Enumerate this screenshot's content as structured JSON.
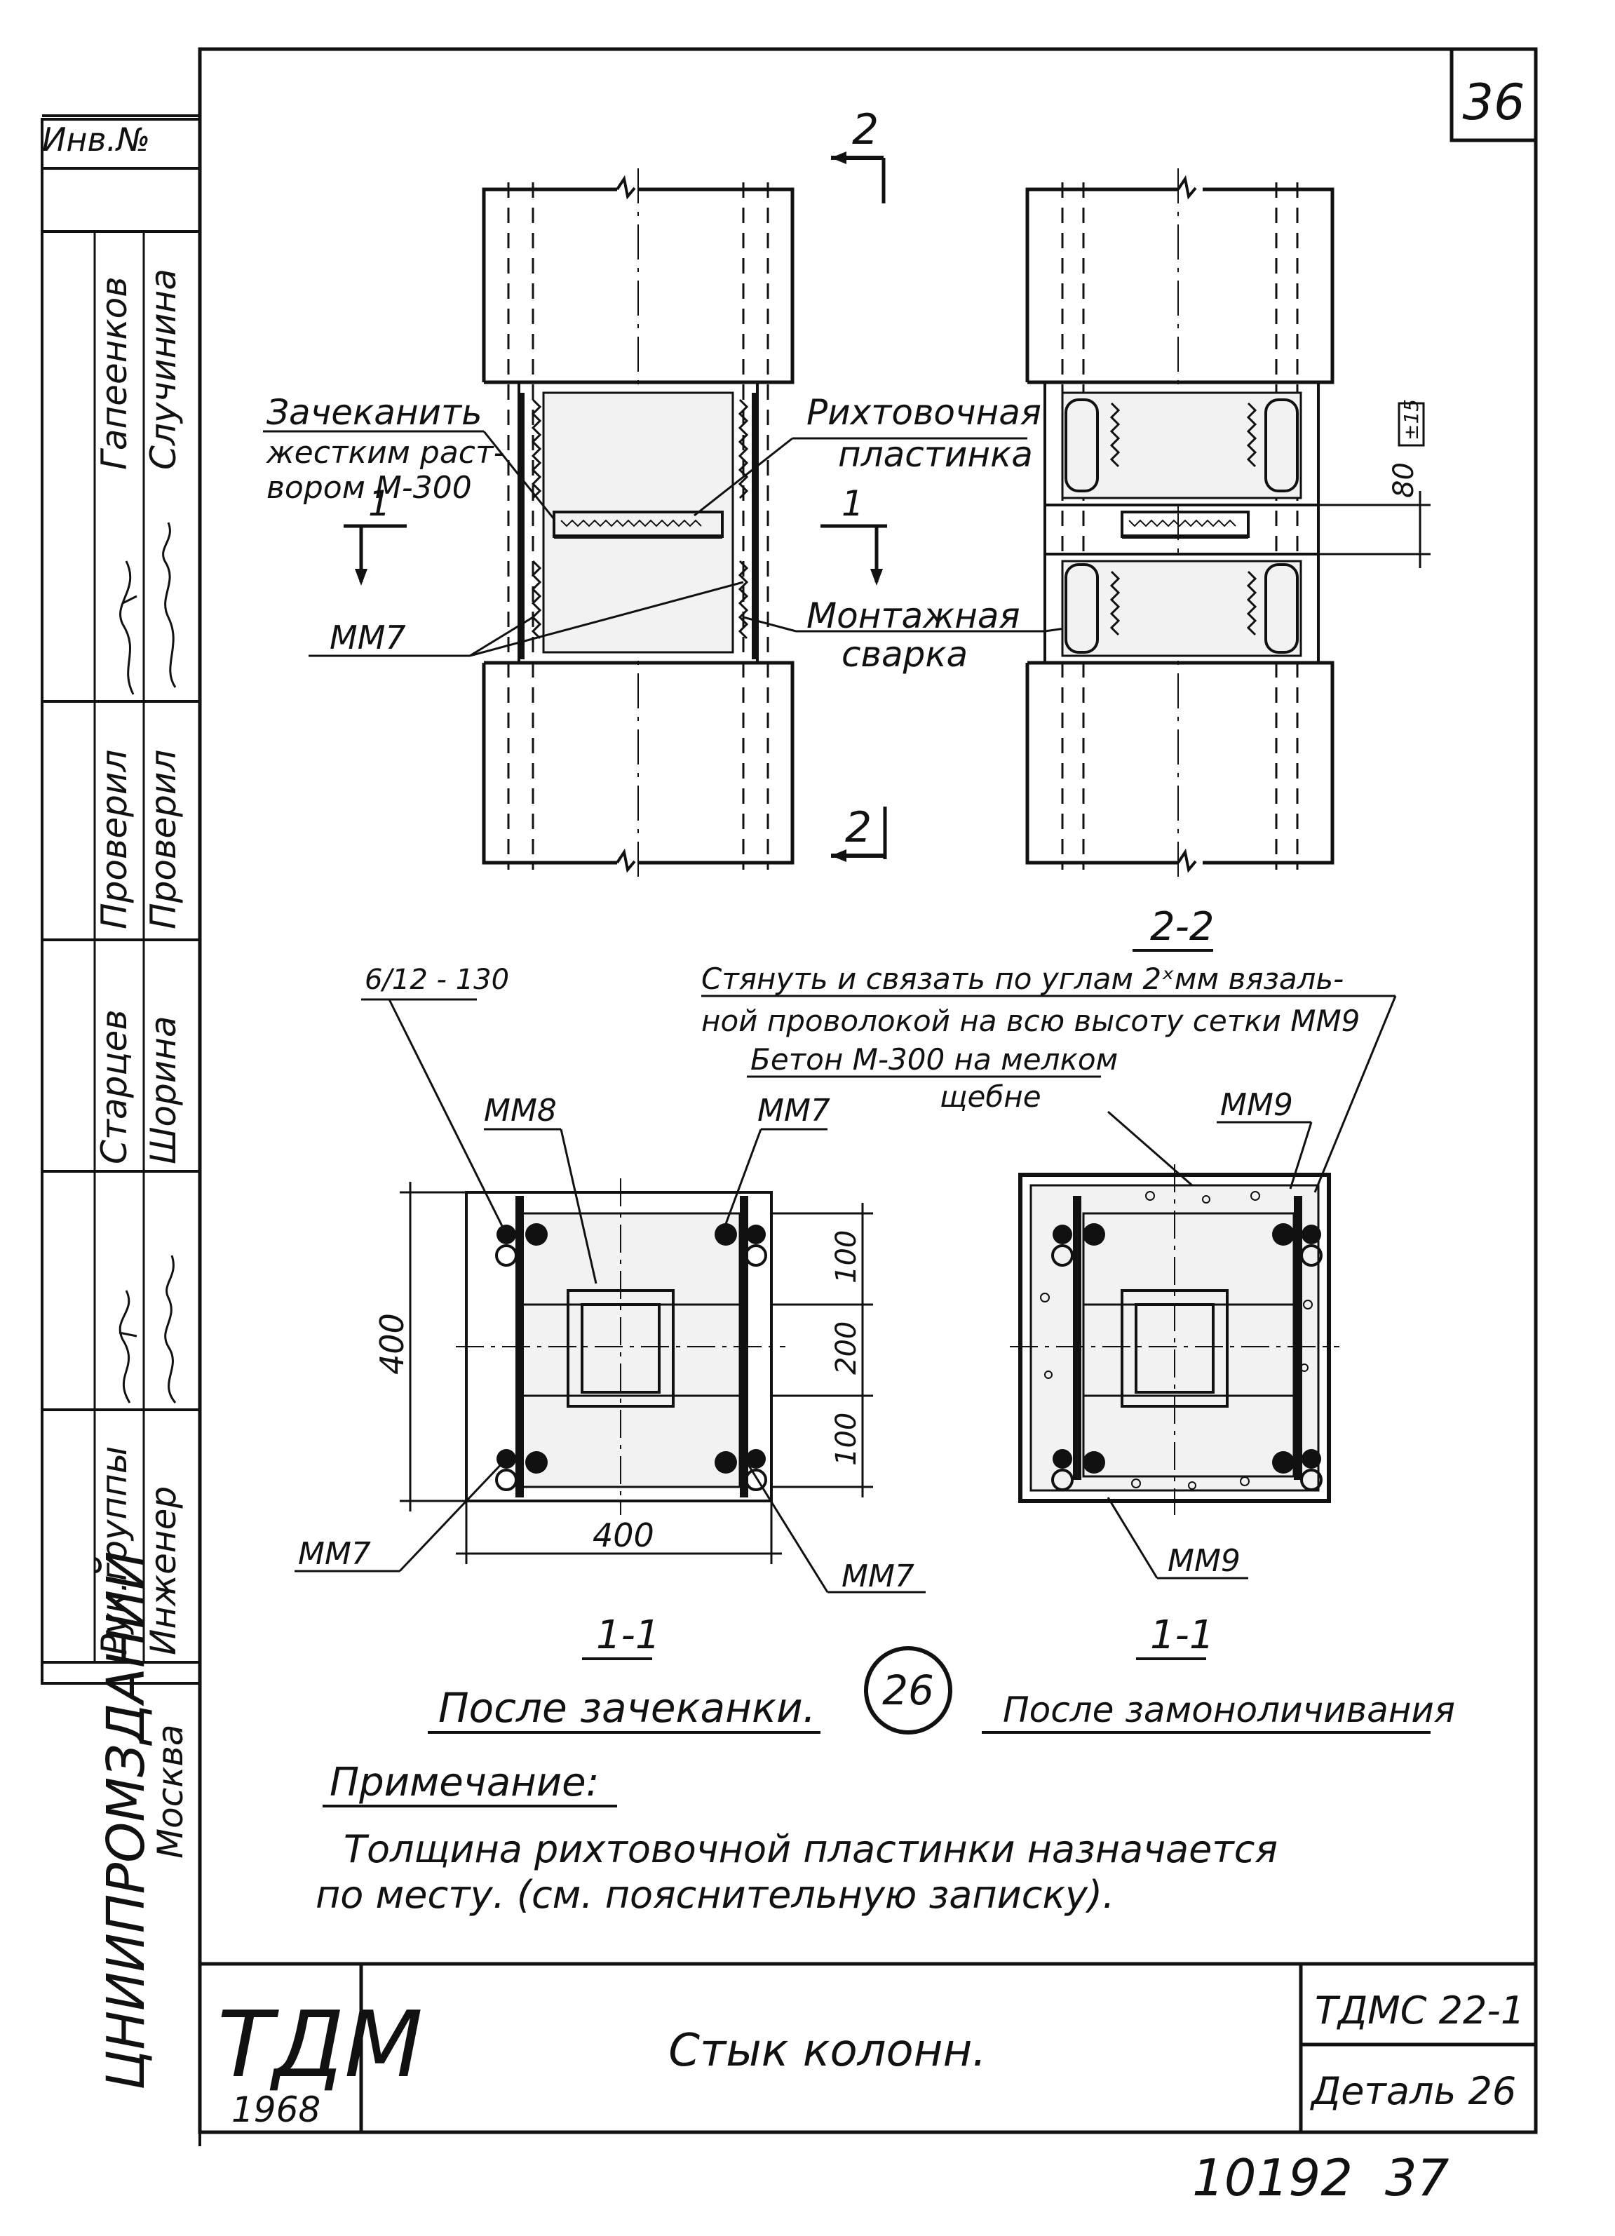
{
  "sheet": {
    "number": "36",
    "inventory_label": "Инв.№",
    "bottom_numbers": "10192  37",
    "institute": "ЦНИИПРОМЗДАНИЙ",
    "city": "Москва"
  },
  "side_table": {
    "names_1": "Гапеенков",
    "names_2": "Случинина",
    "checked_1": "Проверил",
    "checked_2": "Проверил",
    "person_3": "Старцев",
    "person_4": "Шорина",
    "role_1": "Рук.группы",
    "role_2": "Инженер"
  },
  "elevation": {
    "section_mark_top": "2",
    "section_mark_bottom": "2",
    "section_1_left": "1",
    "section_1_right": "1",
    "caulk_note_line1": "Зачеканить",
    "caulk_note_line2": "жестким раст-",
    "caulk_note_line3": "вором М-300",
    "shim_note_line1": "Рихтовочная",
    "shim_note_line2": "пластинка",
    "weld_note_line1": "Монтажная",
    "weld_note_line2": "сварка",
    "mesh_label": "ММ7",
    "gap_dim": "80",
    "gap_tol": "±15",
    "section_2_title": "2-2"
  },
  "plan_left": {
    "rebar_label": "6/12 - 130",
    "mm8": "ММ8",
    "mm7_top": "ММ7",
    "mm7_bottom_left": "ММ7",
    "mm7_bottom_right": "ММ7",
    "dim_400_vertical": "400",
    "dim_400_horizontal": "400",
    "dim_100_top": "100",
    "dim_200": "200",
    "dim_100_bottom": "100",
    "section_title": "1-1",
    "caption": "После зачеканки."
  },
  "plan_right": {
    "note_line1": "Стянуть и связать по углам 2ˣмм вязаль-",
    "note_line2": "ной проволокой на всю высоту сетки ММ9",
    "note_line3": "Бетон М-300 на мелком",
    "note_line4": "щебне",
    "mm9_top": "ММ9",
    "mm9_bottom": "ММ9",
    "section_title": "1-1",
    "caption": "После замоноличивания"
  },
  "detail_badge": "26",
  "note": {
    "heading": "Примечание:",
    "line1": "Толщина рихтовочной пластинки назначается",
    "line2": "по месту. (см. пояснительную записку)."
  },
  "title_block": {
    "logo": "ТДМ",
    "year": "1968",
    "title": "Стык колонн.",
    "series": "ТДМС 22-1",
    "detail": "Деталь 26"
  }
}
